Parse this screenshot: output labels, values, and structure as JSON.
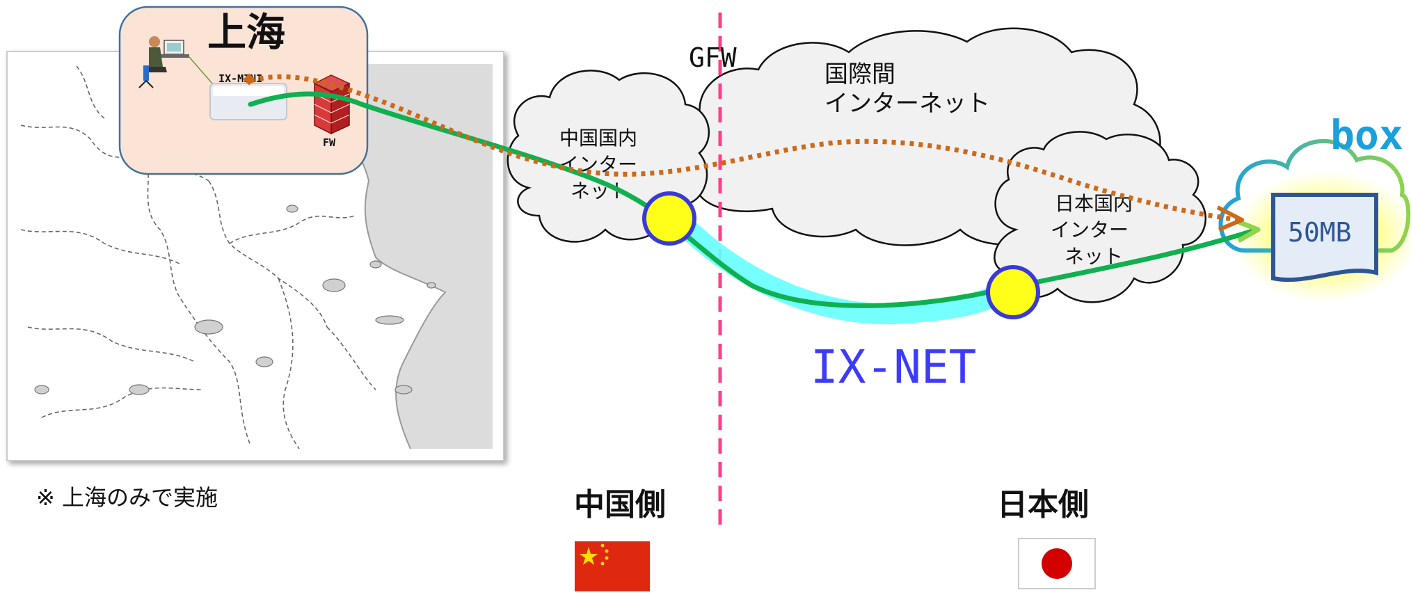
{
  "shanghai": {
    "title": "上海",
    "router_label": "IX-MINI",
    "firewall_label": "FW"
  },
  "gfw_label": "GFW",
  "clouds": {
    "international": [
      "国際間",
      "インターネット"
    ],
    "china": [
      "中国国内",
      "インター",
      "ネット"
    ],
    "japan": [
      "日本国内",
      "インター",
      "ネット"
    ]
  },
  "box": {
    "logo": "box",
    "file_label": "50MB"
  },
  "ixnet_label": "IX-NET",
  "note": "※ 上海のみで実施",
  "sides": {
    "china": "中国側",
    "japan": "日本側"
  },
  "flags": {
    "china": "china-flag-icon",
    "japan": "japan-flag-icon"
  },
  "colors": {
    "gfw_line": "#ff3d8b",
    "ixnet_text": "#3b3bff",
    "box_blue": "#1aa0dd",
    "green_path": "#10b050",
    "orange_path": "#cc6a1a",
    "tunnel": "#66ffff",
    "node_fill": "#ffff1a",
    "node_stroke": "#3a3ad8",
    "shanghai_bg": "#fbe3d6"
  }
}
